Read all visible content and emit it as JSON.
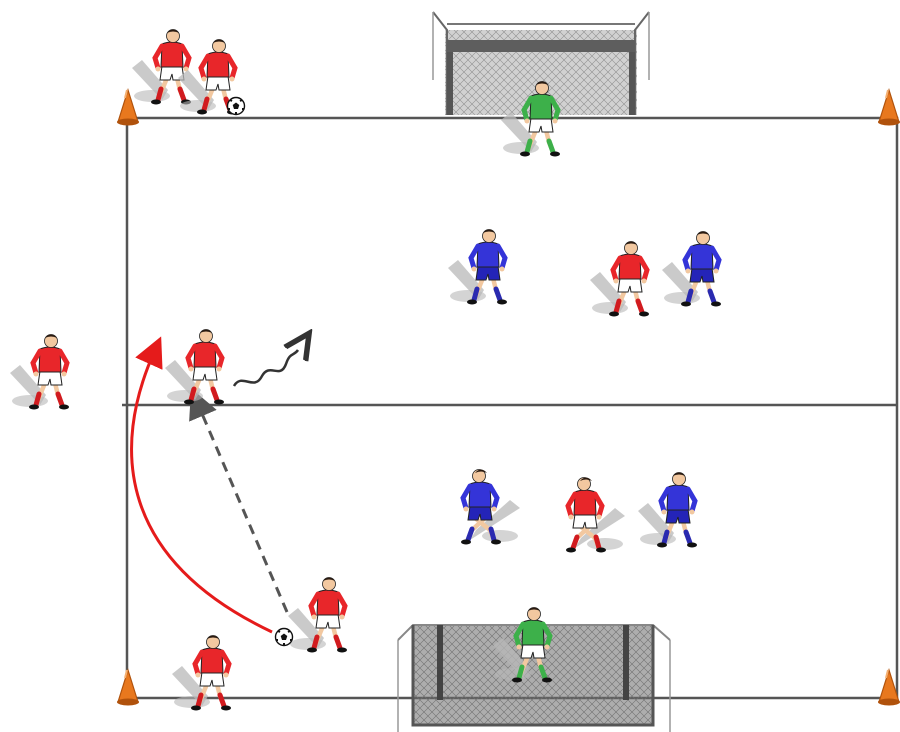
{
  "colors": {
    "background": "#ffffff",
    "field_line": "#555555",
    "cone": "#e8781e",
    "cone_dark": "#b0520c",
    "red_shirt": "#e8262a",
    "red_shorts": "#ffffff",
    "red_socks": "#d11b1f",
    "blue_shirt": "#3434d8",
    "blue_shorts": "#2424b8",
    "blue_socks": "#2a2ab0",
    "keeper_shirt": "#3db04a",
    "keeper_shorts": "#ffffff",
    "skin": "#f2c8a0",
    "hair": "#2a1a10",
    "shadow": "#b8b8b8",
    "goal_frame": "#6e6e6e",
    "goal_net": "#8a8a8a",
    "pass_arrow": "#e51b1b",
    "run_arrow": "#555555",
    "dribble_arrow": "#333333"
  },
  "diagram": {
    "elements": [
      {
        "kind": "cone",
        "name": "cone-top-left"
      },
      {
        "kind": "cone",
        "name": "cone-top-right"
      },
      {
        "kind": "cone",
        "name": "cone-bottom-left"
      },
      {
        "kind": "cone",
        "name": "cone-bottom-right"
      },
      {
        "kind": "goal",
        "name": "goal-top"
      },
      {
        "kind": "goal",
        "name": "goal-bottom"
      },
      {
        "kind": "player",
        "team": "red",
        "name": "red-player-waiting-1"
      },
      {
        "kind": "player",
        "team": "red",
        "name": "red-player-waiting-2"
      },
      {
        "kind": "player",
        "team": "red",
        "name": "red-player-sideline"
      },
      {
        "kind": "player",
        "team": "red",
        "name": "red-player-halfway"
      },
      {
        "kind": "player",
        "team": "red",
        "name": "red-player-attacker-top"
      },
      {
        "kind": "player",
        "team": "red",
        "name": "red-player-attacker-bottom"
      },
      {
        "kind": "player",
        "team": "red",
        "name": "red-player-passer"
      },
      {
        "kind": "player",
        "team": "red",
        "name": "red-player-corner"
      },
      {
        "kind": "player",
        "team": "blue",
        "name": "blue-player-top-1"
      },
      {
        "kind": "player",
        "team": "blue",
        "name": "blue-player-top-2"
      },
      {
        "kind": "player",
        "team": "blue",
        "name": "blue-player-bottom-1"
      },
      {
        "kind": "player",
        "team": "blue",
        "name": "blue-player-bottom-2"
      },
      {
        "kind": "player",
        "team": "green",
        "name": "goalkeeper-top"
      },
      {
        "kind": "player",
        "team": "green",
        "name": "goalkeeper-bottom"
      },
      {
        "kind": "ball",
        "name": "ball-top"
      },
      {
        "kind": "ball",
        "name": "ball-passer"
      },
      {
        "kind": "arrow",
        "style": "pass",
        "name": "pass-arrow"
      },
      {
        "kind": "arrow",
        "style": "run",
        "name": "run-arrow"
      },
      {
        "kind": "arrow",
        "style": "dribble",
        "name": "dribble-arrow"
      }
    ]
  }
}
